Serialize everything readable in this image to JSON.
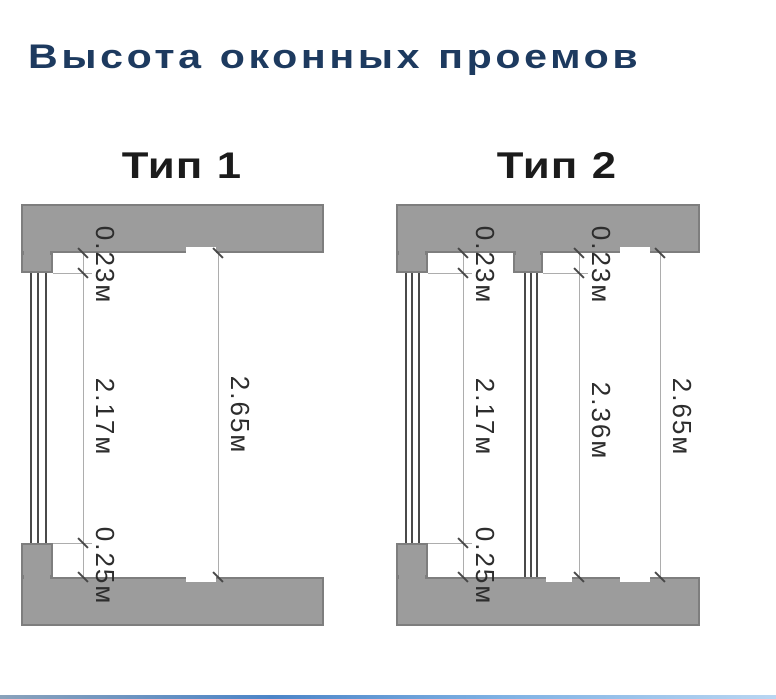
{
  "title": "Высота оконных проемов",
  "colors": {
    "title_text": "#1d3a5f",
    "heading_text": "#1b1b1b",
    "masonry_fill": "#9c9c9c",
    "masonry_border": "#7e7e7e",
    "dimension_line": "#adadad",
    "tick_and_glazing": "#474747",
    "label_text": "#2d2d2d"
  },
  "diagrams": [
    {
      "heading": "Тип 1",
      "labels": {
        "quarter_top": "0.23м",
        "window_height": "2.17м",
        "sill_height": "0.25м",
        "total_height": "2.65м"
      }
    },
    {
      "heading": "Тип 2",
      "labels": {
        "quarter_top_left": "0.23м",
        "window_left_height": "2.17м",
        "sill_height": "0.25м",
        "quarter_top_right": "0.23м",
        "window_right_height": "2.36м",
        "total_height": "2.65м"
      }
    }
  ]
}
